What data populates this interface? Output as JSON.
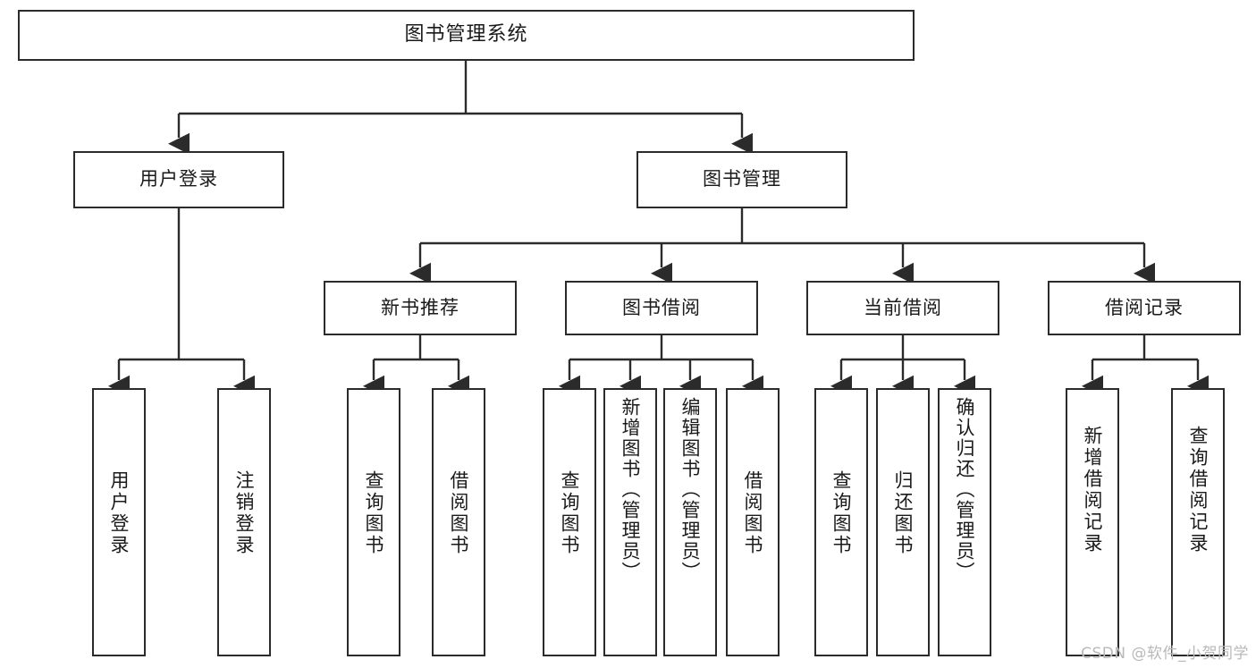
{
  "diagram": {
    "title": "图书管理系统",
    "type": "tree",
    "root": {
      "id": "root",
      "label": "图书管理系统"
    },
    "level2": [
      {
        "id": "user-login",
        "label": "用户登录"
      },
      {
        "id": "book-management",
        "label": "图书管理"
      }
    ],
    "level3": [
      {
        "id": "new-book-recommend",
        "label": "新书推荐",
        "parent": "book-management"
      },
      {
        "id": "book-borrow",
        "label": "图书借阅",
        "parent": "book-management"
      },
      {
        "id": "current-borrow",
        "label": "当前借阅",
        "parent": "book-management"
      },
      {
        "id": "borrow-record",
        "label": "借阅记录",
        "parent": "book-management"
      }
    ],
    "leaves": [
      {
        "id": "leaf-user-login",
        "label": "用户登录",
        "parent": "user-login"
      },
      {
        "id": "leaf-user-logout",
        "label": "注销登录",
        "parent": "user-login"
      },
      {
        "id": "leaf-query-book-1",
        "label": "查询图书",
        "parent": "new-book-recommend"
      },
      {
        "id": "leaf-borrow-book-1",
        "label": "借阅图书",
        "parent": "new-book-recommend"
      },
      {
        "id": "leaf-query-book-2",
        "label": "查询图书",
        "parent": "book-borrow"
      },
      {
        "id": "leaf-add-book",
        "label": "新增图书（管理员）",
        "parent": "book-borrow"
      },
      {
        "id": "leaf-edit-book",
        "label": "编辑图书（管理员）",
        "parent": "book-borrow"
      },
      {
        "id": "leaf-borrow-book-2",
        "label": "借阅图书",
        "parent": "book-borrow"
      },
      {
        "id": "leaf-query-book-3",
        "label": "查询图书",
        "parent": "current-borrow"
      },
      {
        "id": "leaf-return-book",
        "label": "归还图书",
        "parent": "current-borrow"
      },
      {
        "id": "leaf-confirm-return",
        "label": "确认归还（管理员）",
        "parent": "current-borrow"
      },
      {
        "id": "leaf-add-record",
        "label": "新增借阅记录",
        "parent": "borrow-record"
      },
      {
        "id": "leaf-query-record",
        "label": "查询借阅记录",
        "parent": "borrow-record"
      }
    ],
    "watermark": "CSDN @软件_小贺同学",
    "colors": {
      "stroke": "#2b2b2b",
      "fill": "#ffffff",
      "text": "#1a1a1a",
      "watermark": "#b9b9b9"
    }
  }
}
